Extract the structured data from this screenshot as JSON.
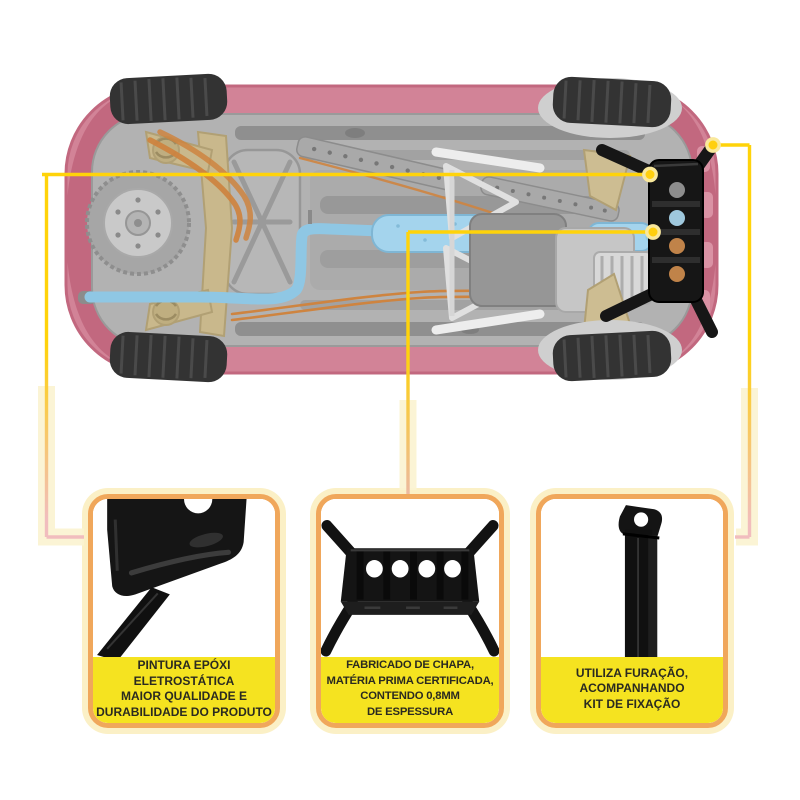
{
  "page": {
    "background": "#FFFFFF",
    "description_visible_text_only": true
  },
  "colors": {
    "callout_line_yellow": "#FFD30A",
    "callout_line_fade_pink": "#F1BDBE",
    "callout_line_fade_salmon": "#ECB9A0",
    "callout_glow": "#FBF3D0",
    "callout_dot_fill": "#FFCF0E",
    "callout_dot_ring": "#F9E89C",
    "card_border_orange": "#F0A75B",
    "card_glow_cream": "#FBF0C6",
    "caption_yellow": "#F5E320",
    "caption_text": "#2A2A20",
    "car_body_pink": "#D28397",
    "car_bumper_pink": "#C2687F",
    "chassis_gray": "#B2B2B2",
    "exhaust_blue": "#8FC7E4",
    "muffler_blue": "#A4D4ED",
    "axle_tan": "#C9B88C",
    "brake_line_orange": "#CE8440",
    "tire_black": "#333333",
    "product_part_black": "#161616"
  },
  "cards": [
    {
      "id": "epoxy-paint",
      "caption": "PINTURA EPÓXI\nELETROSTÁTICA\nMAIOR QUALIDADE E\nDURABILIDADE DO PRODUTO"
    },
    {
      "id": "certified-sheet-metal",
      "caption": "FABRICADO DE CHAPA,\nMATÉRIA PRIMA CERTIFICADA,\nCONTENDO 0,8MM\nDE ESPESSURA"
    },
    {
      "id": "fixing-kit",
      "caption": "UTILIZA FURAÇÃO,\nACOMPANHANDO\nKIT DE FIXAÇÃO"
    }
  ]
}
